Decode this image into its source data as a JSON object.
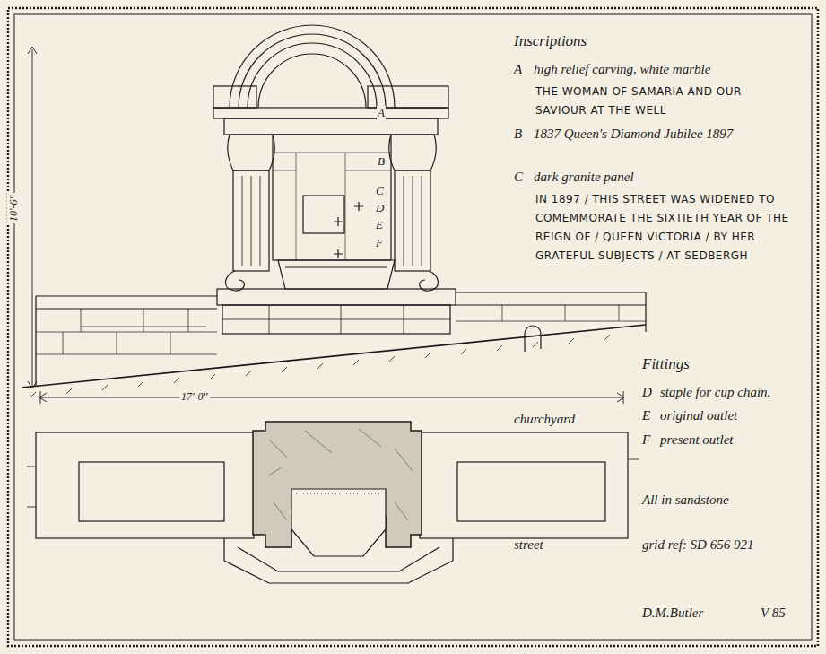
{
  "diagram": {
    "labels": [
      "Inscriptions",
      "A",
      "high relief carving, white marble",
      "THE WOMAN OF SAMARIA AND OUR SAVIOUR AT THE WELL",
      "B",
      "1837 Queen's Diamond Jubilee 1897",
      "C",
      "dark granite panel",
      "IN 1897 / THIS STREET WAS WIDENED TO COMEMMORATE THE SIXTIETH YEAR OF THE REIGN OF / QUEEN VICTORIA / BY HER GRATEFUL SUBJECTS / AT SEDBERGH",
      "A",
      "B",
      "C",
      "D",
      "E",
      "F",
      "10'-6\"",
      "17'-0\"",
      "Fittings",
      "D",
      "staple for cup chain.",
      "E",
      "original outlet",
      "F",
      "present outlet",
      "churchyard",
      "street",
      "All in sandstone",
      "grid ref: SD 656 921",
      "D.M.Butler",
      "V 85"
    ]
  }
}
